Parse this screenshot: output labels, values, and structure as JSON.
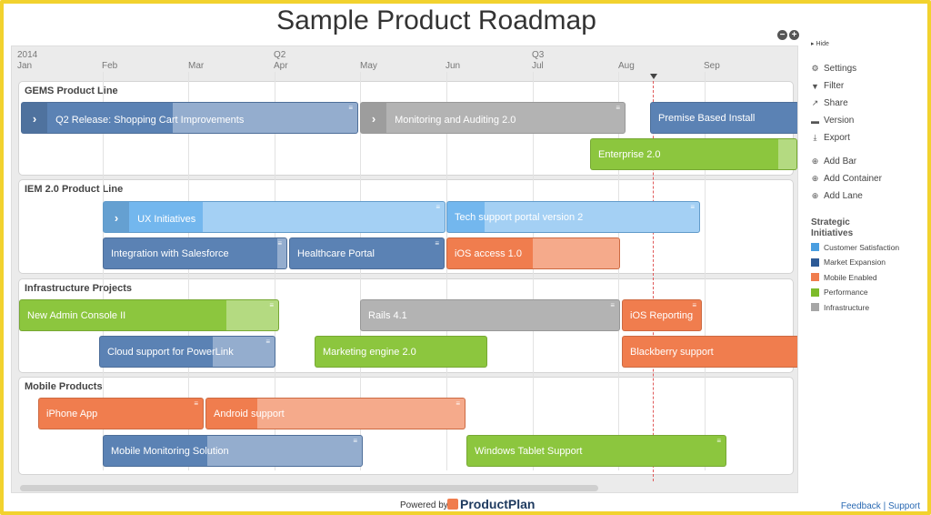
{
  "title": "Sample Product Roadmap",
  "zoom": {
    "out": "−",
    "in": "+"
  },
  "timeline": {
    "year": "2014",
    "months": [
      "Jan",
      "Feb",
      "Mar",
      "Apr",
      "May",
      "Jun",
      "Jul",
      "Aug",
      "Sep"
    ],
    "quarters": [
      "Q2",
      "Q3"
    ]
  },
  "containers": [
    {
      "title": "GEMS Product Line"
    },
    {
      "title": "IEM 2.0 Product Line"
    },
    {
      "title": "Infrastructure Projects"
    },
    {
      "title": "Mobile Products"
    }
  ],
  "bars": {
    "q2_release": "Q2 Release: Shopping Cart Improvements",
    "monitoring": "Monitoring and Auditing 2.0",
    "premise": "Premise Based Install",
    "enterprise": "Enterprise 2.0",
    "ux": "UX Initiatives",
    "tech_support": "Tech support portal version 2",
    "integration": "Integration with Salesforce",
    "healthcare": "Healthcare Portal",
    "ios_access": "iOS access 1.0",
    "admin_console": "New Admin Console II",
    "rails": "Rails 4.1",
    "ios_reporting": "iOS Reporting",
    "cloud": "Cloud support for PowerLink",
    "marketing": "Marketing engine 2.0",
    "blackberry": "Blackberry support",
    "iphone": "iPhone App",
    "android": "Android support",
    "mobile_monitoring": "Mobile Monitoring Solution",
    "windows_tablet": "Windows Tablet Support"
  },
  "sidebar": {
    "hide": "Hide",
    "items": [
      "Settings",
      "Filter",
      "Share",
      "Version",
      "Export"
    ],
    "add_items": [
      "Add Bar",
      "Add Container",
      "Add Lane"
    ],
    "legend_title_1": "Strategic",
    "legend_title_2": "Initiatives",
    "legend": [
      {
        "label": "Customer Satisfaction",
        "color": "#4a9ee0"
      },
      {
        "label": "Market Expansion",
        "color": "#2d5a96"
      },
      {
        "label": "Mobile Enabled",
        "color": "#f07d4e"
      },
      {
        "label": "Performance",
        "color": "#7dbb2a"
      },
      {
        "label": "Infrastructure",
        "color": "#a6a6a6"
      }
    ]
  },
  "footer": {
    "powered": "Powered by",
    "logo": "ProductPlan",
    "feedback": "Feedback",
    "sep": "|",
    "support": "Support"
  }
}
